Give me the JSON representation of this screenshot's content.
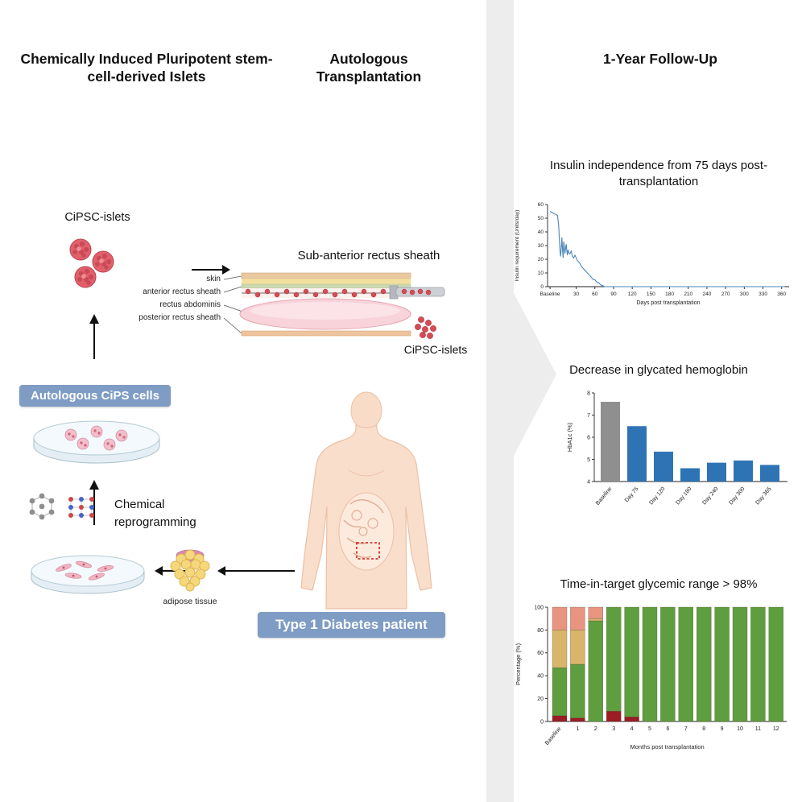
{
  "header": {
    "left_title": "Chemically Induced Pluripotent stem-cell-derived Islets",
    "middle_title": "Autologous Transplantation",
    "right_title": "1-Year Follow-Up"
  },
  "left_panel": {
    "islets_label": "CiPSC-islets",
    "cips_badge": "Autologous CiPS cells",
    "reprogramming_label": "Chemical reprogramming",
    "adipose_label": "adipose tissue"
  },
  "middle_panel": {
    "site_label": "Sub-anterior rectus sheath",
    "layer_labels": [
      "skin",
      "anterior rectus sheath",
      "rectus abdominis",
      "posterior rectus sheath"
    ],
    "islets_label": "CiPSC-islets",
    "patient_badge": "Type 1 Diabetes patient"
  },
  "colors": {
    "badge_blue": "#7e9cc4",
    "line_blue": "#4a86b8",
    "bar_blue": "#2e74b5",
    "bar_gray": "#8f8f8f",
    "islet_red": "#d84a54",
    "stack_green": "#5f9e3e",
    "stack_tan": "#d9b56c",
    "stack_salmon": "#e89480",
    "stack_red": "#9b1c23",
    "divider_gray": "#ededed"
  },
  "chart_data": [
    {
      "type": "line",
      "title": "Insulin independence from 75 days post-transplantation",
      "xlabel": "Days post transplantation",
      "ylabel": "Insulin requirement (Units/day)",
      "ylim": [
        0,
        60
      ],
      "y_ticks": [
        0,
        10,
        20,
        30,
        40,
        50,
        60
      ],
      "x_tick_labels": [
        "Baseline",
        "30",
        "60",
        "90",
        "120",
        "150",
        "180",
        "210",
        "240",
        "270",
        "300",
        "330",
        "360"
      ],
      "x_tick_days": [
        -12,
        30,
        60,
        90,
        120,
        150,
        180,
        210,
        240,
        270,
        300,
        330,
        360
      ],
      "series_name": "Insulin requirement",
      "points": [
        [
          -12,
          55
        ],
        [
          0,
          52
        ],
        [
          2,
          44
        ],
        [
          3,
          34
        ],
        [
          4,
          26
        ],
        [
          5,
          22
        ],
        [
          6,
          28
        ],
        [
          7,
          36
        ],
        [
          8,
          27
        ],
        [
          9,
          21
        ],
        [
          10,
          33
        ],
        [
          11,
          29
        ],
        [
          12,
          24
        ],
        [
          13,
          28
        ],
        [
          14,
          31
        ],
        [
          15,
          26
        ],
        [
          16,
          23
        ],
        [
          17,
          27
        ],
        [
          18,
          25
        ],
        [
          20,
          24
        ],
        [
          22,
          26
        ],
        [
          24,
          22
        ],
        [
          26,
          21
        ],
        [
          28,
          23
        ],
        [
          30,
          21
        ],
        [
          32,
          19
        ],
        [
          34,
          18
        ],
        [
          36,
          17
        ],
        [
          38,
          15
        ],
        [
          40,
          14
        ],
        [
          42,
          13
        ],
        [
          44,
          12
        ],
        [
          46,
          11
        ],
        [
          48,
          10
        ],
        [
          50,
          9
        ],
        [
          52,
          8
        ],
        [
          54,
          7
        ],
        [
          56,
          6
        ],
        [
          58,
          5
        ],
        [
          60,
          5
        ],
        [
          62,
          4
        ],
        [
          64,
          3
        ],
        [
          66,
          3
        ],
        [
          68,
          2
        ],
        [
          70,
          1
        ],
        [
          72,
          1
        ],
        [
          75,
          0
        ],
        [
          100,
          0
        ],
        [
          150,
          0
        ],
        [
          200,
          0
        ],
        [
          250,
          0
        ],
        [
          300,
          0
        ],
        [
          365,
          0
        ]
      ]
    },
    {
      "type": "bar",
      "title": "Decrease in glycated hemoglobin",
      "xlabel": "",
      "ylabel": "HbA1c (%)",
      "categories": [
        "Baseline",
        "Day 75",
        "Day 120",
        "Day 180",
        "Day 240",
        "Day 300",
        "Day 365"
      ],
      "values": [
        7.6,
        6.5,
        5.35,
        4.6,
        4.85,
        4.95,
        4.75
      ],
      "bar_colors": [
        "#8f8f8f",
        "#2e74b5",
        "#2e74b5",
        "#2e74b5",
        "#2e74b5",
        "#2e74b5",
        "#2e74b5"
      ],
      "ylim": [
        4,
        8
      ],
      "y_ticks": [
        4,
        5,
        6,
        7,
        8
      ]
    },
    {
      "type": "stacked-bar",
      "title": "Time-in-target glycemic range > 98%",
      "xlabel": "Months post transplantation",
      "ylabel": "Percentage (%)",
      "categories": [
        "Baseline",
        "1",
        "2",
        "3",
        "4",
        "5",
        "6",
        "7",
        "8",
        "9",
        "10",
        "11",
        "12"
      ],
      "ylim": [
        0,
        100
      ],
      "y_ticks": [
        0,
        20,
        40,
        60,
        80,
        100
      ],
      "stacking": "bottom-to-top",
      "series": [
        {
          "name": "red-segment",
          "color": "#9b1c23",
          "values": [
            5,
            3,
            0,
            9,
            4,
            0,
            0,
            0,
            0,
            0,
            0,
            0,
            0
          ]
        },
        {
          "name": "green-segment",
          "color": "#5f9e3e",
          "values": [
            42,
            47,
            88,
            91,
            96,
            100,
            100,
            100,
            100,
            100,
            100,
            100,
            100
          ]
        },
        {
          "name": "tan-segment",
          "color": "#d9b56c",
          "values": [
            33,
            30,
            2,
            0,
            0,
            0,
            0,
            0,
            0,
            0,
            0,
            0,
            0
          ]
        },
        {
          "name": "salmon-segment",
          "color": "#e89480",
          "values": [
            20,
            20,
            10,
            0,
            0,
            0,
            0,
            0,
            0,
            0,
            0,
            0,
            0
          ]
        }
      ]
    }
  ]
}
